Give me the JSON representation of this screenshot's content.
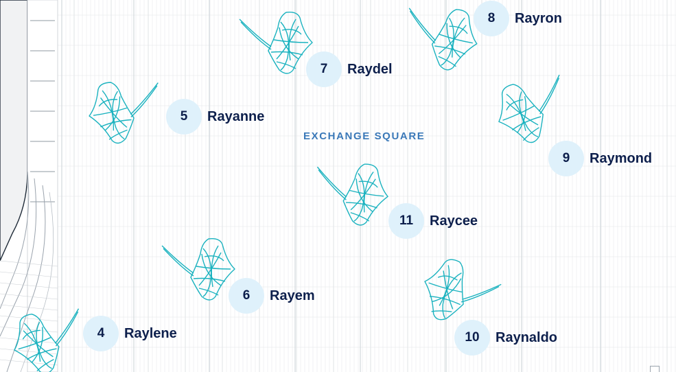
{
  "map": {
    "area_label": "EXCHANGE SQUARE",
    "colors": {
      "badge": "#dff1fb",
      "text": "#0d1f4c",
      "area_label": "#3a78b8",
      "ray": "#1ab2bf",
      "grid": "#e2e5e8"
    },
    "markers": [
      {
        "number": "7",
        "name": "Raydel"
      },
      {
        "number": "8",
        "name": "Rayron"
      },
      {
        "number": "5",
        "name": "Rayanne"
      },
      {
        "number": "9",
        "name": "Raymond"
      },
      {
        "number": "11",
        "name": "Raycee"
      },
      {
        "number": "6",
        "name": "Rayem"
      },
      {
        "number": "4",
        "name": "Raylene"
      },
      {
        "number": "10",
        "name": "Raynaldo"
      }
    ],
    "icon": "stingray-icon"
  }
}
